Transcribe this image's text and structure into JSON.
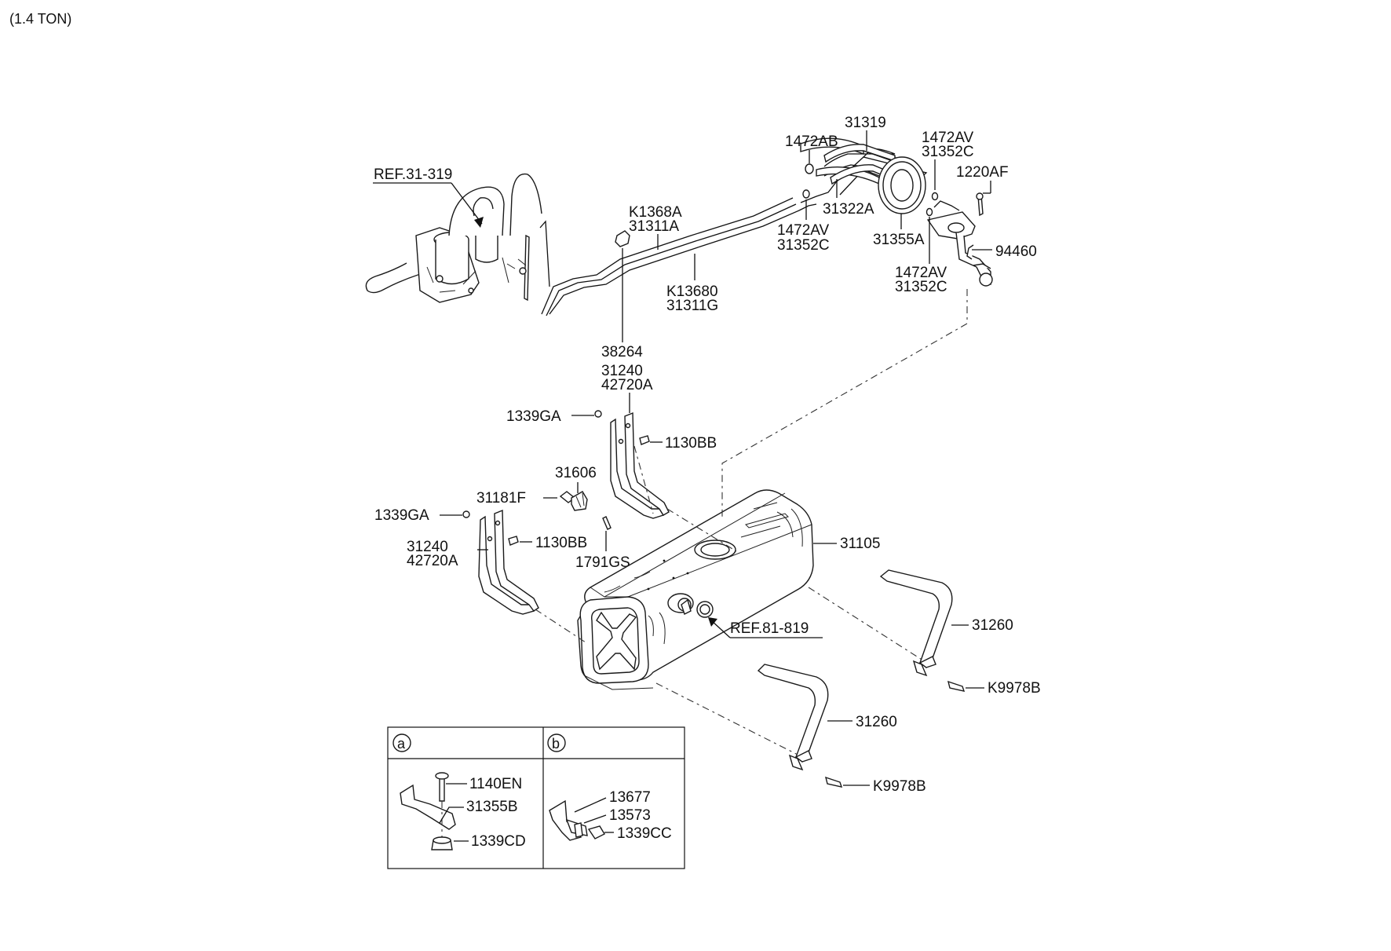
{
  "header": {
    "model_note": "(1.4 TON)"
  },
  "labels": {
    "ref_31_319": "REF.31-319",
    "k1368a": "K1368A",
    "p31311a": "31311A",
    "k13680": "K13680",
    "p31311g": "31311G",
    "p31319": "31319",
    "p1472ab": "1472AB",
    "p31322a": "31322A",
    "p1472av_a": "1472AV",
    "p31352c_a": "31352C",
    "p31355a": "31355A",
    "p1472av_b": "1472AV",
    "p31352c_b": "31352C",
    "p1220af": "1220AF",
    "p94460": "94460",
    "p1472av_c": "1472AV",
    "p31352c_c": "31352C",
    "p38264": "38264",
    "p31240_a": "31240",
    "p42720a_a": "42720A",
    "p1339ga_a": "1339GA",
    "p1130bb_a": "1130BB",
    "p31606": "31606",
    "p31181f": "31181F",
    "p1339ga_b": "1339GA",
    "p1130bb_b": "1130BB",
    "p31240_b": "31240",
    "p42720a_b": "42720A",
    "p1791gs": "1791GS",
    "p31105": "31105",
    "ref_81_819": "REF.81-819",
    "p31260_a": "31260",
    "p31260_b": "31260",
    "k9978b_a": "K9978B",
    "k9978b_b": "K9978B"
  },
  "inset": {
    "panel_a": {
      "marker": "a",
      "items": [
        "1140EN",
        "31355B",
        "1339CD"
      ]
    },
    "panel_b": {
      "marker": "b",
      "items": [
        "13677",
        "13573",
        "1339CC"
      ]
    }
  }
}
